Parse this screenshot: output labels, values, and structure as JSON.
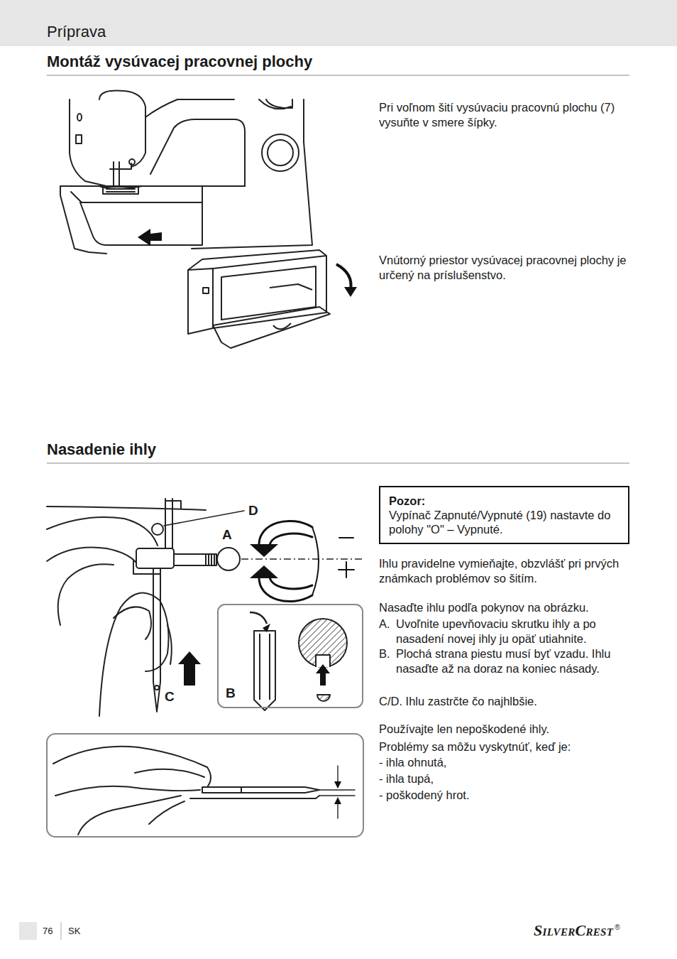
{
  "diagram": {
    "nodes": [
      {
        "text": [
          "Príprava"
        ]
      },
      {
        "text": [
          "Pozor:",
          "Vypínač Zapnuté/Vypnuté (19) nastavte do polohy \"O\" – Vypnuté."
        ]
      },
      {
        "text": [
          "B"
        ]
      }
    ],
    "labels": [
      "Montáž vysúvacej pracovnej plochy",
      "Pri voľnom šití vysúvaciu pracovnú plochu (7) vysuňte v smere šípky.",
      "Vnútorný priestor vysúvacej pracovnej plochy je určený na príslušenstvo.",
      "Nasadenie ihly",
      "D",
      "A",
      "C",
      "Ihlu pravidelne vymieňajte, obzvlášť pri prvých známkach problémov so šitím.",
      "Nasaďte ihlu podľa pokynov na obrázku.",
      "A.",
      "Uvoľnite upevňovaciu skrutku ihly a po nasadení novej ihly ju opäť utiahnite.",
      "B.",
      "Plochá strana piestu musí byť vzadu. Ihlu nasaďte až na doraz na koniec násady.",
      "C/D. Ihlu zastrčte čo najhlbšie.",
      "Používajte len nepoškodené ihly.",
      "Problémy sa môžu vyskytnúť, keď je:",
      "- ihla ohnutá,",
      "- ihla tupá,",
      "- poškodený hrot.",
      "76",
      "SK",
      "SilverCrest",
      "®"
    ]
  }
}
